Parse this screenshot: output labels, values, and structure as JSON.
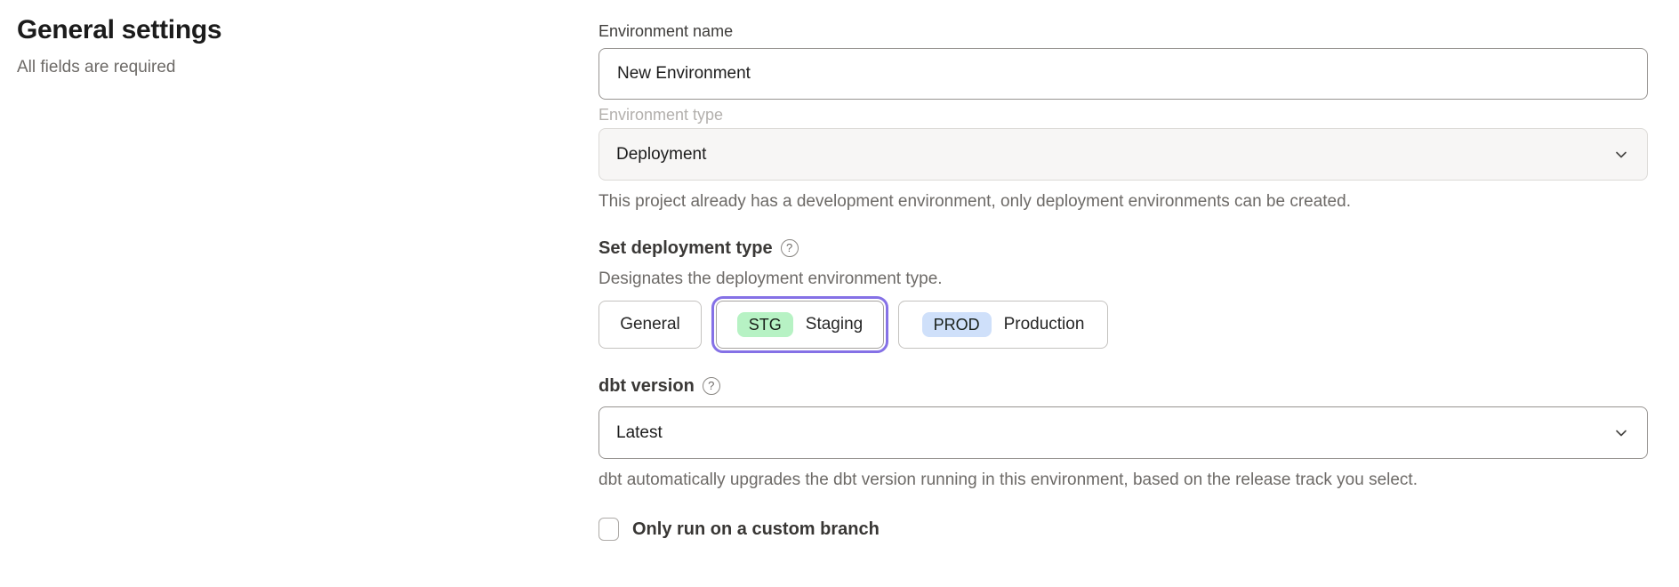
{
  "page": {
    "title": "General settings",
    "subtitle": "All fields are required"
  },
  "form": {
    "environment_name": {
      "label": "Environment name",
      "value": "New Environment"
    },
    "environment_type": {
      "label": "Environment type",
      "value": "Deployment",
      "disabled": true,
      "helper": "This project already has a development environment, only deployment environments can be created."
    },
    "deployment_type": {
      "label": "Set deployment type",
      "helper": "Designates the deployment environment type.",
      "options": [
        {
          "label": "General",
          "badge": "",
          "selected": false
        },
        {
          "label": "Staging",
          "badge": "STG",
          "badge_color": "#b7f2c4",
          "selected": true
        },
        {
          "label": "Production",
          "badge": "PROD",
          "badge_color": "#cfe0fa",
          "selected": false
        }
      ]
    },
    "dbt_version": {
      "label": "dbt version",
      "value": "Latest",
      "helper": "dbt automatically upgrades the dbt version running in this environment, based on the release track you select."
    },
    "custom_branch": {
      "label": "Only run on a custom branch",
      "checked": false
    }
  },
  "icons": {
    "help": "?",
    "chevron_down": "chevron-down"
  },
  "colors": {
    "selected_outline": "#8571e6",
    "staging_badge_bg": "#b7f2c4",
    "production_badge_bg": "#cfe0fa",
    "disabled_field_bg": "#f7f6f5",
    "helper_text": "#6d6a67"
  }
}
